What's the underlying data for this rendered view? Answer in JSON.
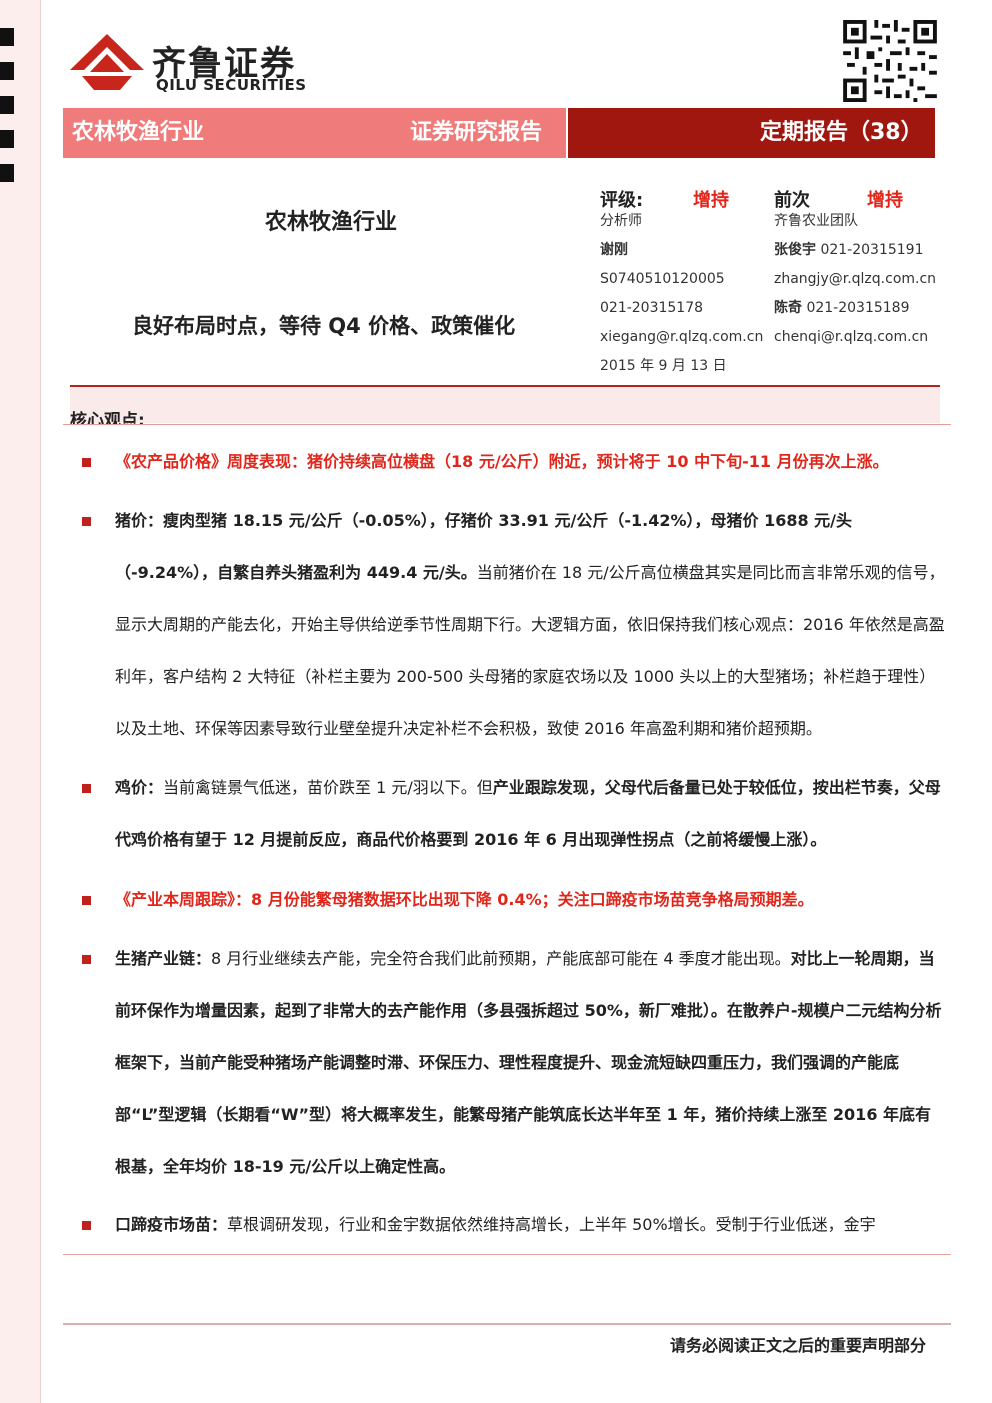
{
  "brand": {
    "cn": "齐鲁证券",
    "en": "QILU SECURITIES",
    "colors": {
      "red": "#a0170f",
      "pink": "#f07b7b",
      "accent": "#e0261b"
    }
  },
  "band": {
    "left": "农林牧渔行业",
    "center": "证券研究报告",
    "right": "定期报告（38）"
  },
  "title": {
    "sector": "农林牧渔行业",
    "main": "良好布局时点，等待 Q4 价格、政策催化"
  },
  "rating": {
    "label": "评级:",
    "value": "增持",
    "prev_label": "前次",
    "prev_value": "增持"
  },
  "analyst_col1": {
    "role": "分析师",
    "name": "谢刚",
    "cert": "S0740510120005",
    "phone": "021-20315178",
    "email": "xiegang@r.qlzq.com.cn",
    "date": "2015 年 9 月 13 日"
  },
  "analyst_col2": {
    "team": "齐鲁农业团队",
    "name1": "张俊宇",
    "phone1": "021-20315191",
    "email1": "zhangjy@r.qlzq.com.cn",
    "name2": "陈奇",
    "phone2": "021-20315189",
    "email2": "chenqi@r.qlzq.com.cn"
  },
  "core_label": "核心观点:",
  "paragraphs": {
    "p1": "《农产品价格》周度表现：猪价持续高位横盘（18 元/公斤）附近，预计将于 10 中下旬-11 月份再次上涨。",
    "p2_lead": "猪价：",
    "p2_bold": "瘦肉型猪 18.15 元/公斤（-0.05%），仔猪价 33.91 元/公斤（-1.42%），母猪价 1688 元/头（-9.24%），自繁自养头猪盈利为 449.4 元/头。",
    "p2_rest": "当前猪价在 18 元/公斤高位横盘其实是同比而言非常乐观的信号，显示大周期的产能去化，开始主导供给逆季节性周期下行。大逻辑方面，依旧保持我们核心观点：2016 年依然是高盈利年，客户结构 2 大特征（补栏主要为 200-500 头母猪的家庭农场以及 1000 头以上的大型猪场；补栏趋于理性）以及土地、环保等因素导致行业壁垒提升决定补栏不会积极，致使 2016 年高盈利期和猪价超预期。",
    "p3_lead": "鸡价：",
    "p3_rest": "当前禽链景气低迷，苗价跌至 1 元/羽以下。但",
    "p3_bold": "产业跟踪发现，父母代后备量已处于较低位，按出栏节奏，父母代鸡价格有望于 12 月提前反应，商品代价格要到 2016 年 6 月出现弹性拐点（之前将缓慢上涨）。",
    "p4": "《产业本周跟踪》：8 月份能繁母猪数据环比出现下降 0.4%；关注口蹄疫市场苗竞争格局预期差。",
    "p5_lead": "生猪产业链：",
    "p5_rest": "8 月行业继续去产能，完全符合我们此前预期，产能底部可能在 4 季度才能出现。",
    "p5_bold": "对比上一轮周期，当前环保作为增量因素，起到了非常大的去产能作用（多县强拆超过 50%，新厂难批）。在散养户-规模户二元结构分析框架下，当前产能受种猪场产能调整时滞、环保压力、理性程度提升、现金流短缺四重压力，我们强调的产能底部“L”型逻辑（长期看“W”型）将大概率发生，能繁母猪产能筑底长达半年至 1 年，猪价持续上涨至 2016 年底有根基，全年均价 18-19 元/公斤以上确定性高。",
    "p6_lead": "口蹄疫市场苗：",
    "p6_rest": "草根调研发现，行业和金宇数据依然维持高增长，上半年 50%增长。受制于行业低迷，金宇"
  },
  "footer": "请务必阅读正文之后的重要声明部分"
}
